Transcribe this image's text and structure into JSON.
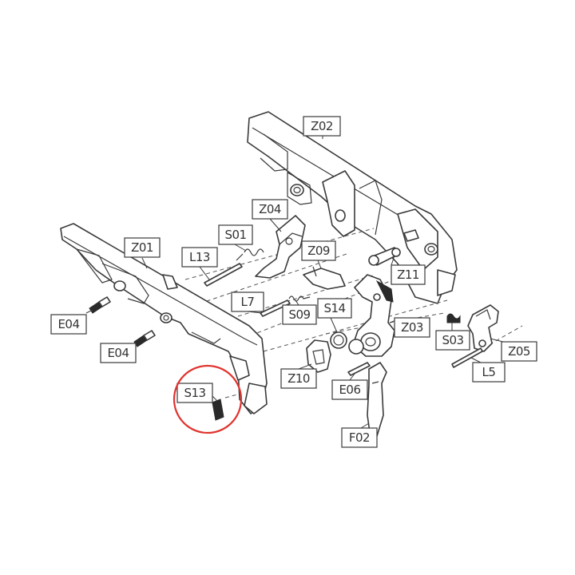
{
  "diagram": {
    "labels": {
      "z02": "Z02",
      "z04": "Z04",
      "s01": "S01",
      "l13": "L13",
      "z01": "Z01",
      "z09": "Z09",
      "z11": "Z11",
      "l7": "L7",
      "s09": "S09",
      "s14": "S14",
      "e04_upper": "E04",
      "e04_lower": "E04",
      "z03": "Z03",
      "s03": "S03",
      "z05": "Z05",
      "l5": "L5",
      "z10": "Z10",
      "e06": "E06",
      "s13": "S13",
      "f02": "F02"
    },
    "highlight": {
      "part": "S13",
      "color": "#e0332e"
    }
  }
}
